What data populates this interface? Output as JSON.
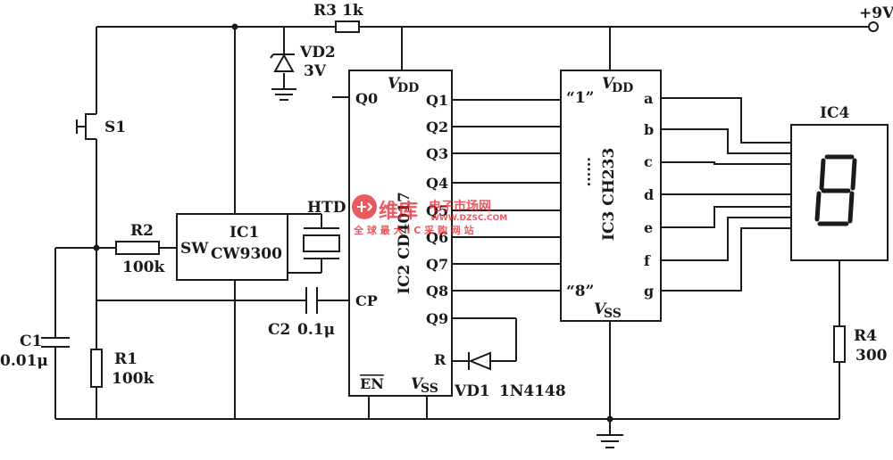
{
  "supply": {
    "label": "+9V"
  },
  "resistors": {
    "r1": {
      "name": "R1",
      "value": "100k"
    },
    "r2": {
      "name": "R2",
      "value": "100k"
    },
    "r3": {
      "name": "R3",
      "value": "1k"
    },
    "r4": {
      "name": "R4",
      "value": "300"
    }
  },
  "capacitors": {
    "c1": {
      "name": "C1",
      "value": "0.01μ"
    },
    "c2": {
      "name": "C2",
      "value": "0.1μ"
    }
  },
  "diodes": {
    "vd1": {
      "name": "VD1",
      "value": "1N4148"
    },
    "vd2": {
      "name": "VD2",
      "value": "3V"
    }
  },
  "switch": {
    "name": "S1"
  },
  "ic1": {
    "name": "IC1",
    "part": "CW9300",
    "pin_sw": "SW"
  },
  "htd": {
    "label": "HTD"
  },
  "ic2": {
    "name": "IC2 CD4017",
    "vdd": "V",
    "vdd_sub": "DD",
    "vss": "V",
    "vss_sub": "SS",
    "en": "EN",
    "cp": "CP",
    "r": "R",
    "q0": "Q0",
    "outputs": [
      "Q1",
      "Q2",
      "Q3",
      "Q4",
      "Q5",
      "Q6",
      "Q7",
      "Q8",
      "Q9"
    ]
  },
  "ic3": {
    "name": "IC3 CH233",
    "vdd": "V",
    "vdd_sub": "DD",
    "vss": "V",
    "vss_sub": "SS",
    "input_first": "“1”",
    "input_last": "“8”",
    "dots": "······",
    "segments": [
      "a",
      "b",
      "c",
      "d",
      "e",
      "f",
      "g"
    ]
  },
  "ic4": {
    "name": "IC4"
  },
  "watermark": {
    "brand": "维库",
    "title": "电子市场网",
    "url": "WWW.DZSC.COM",
    "slogan": "全 球 最 大 I C 采 购 网 站",
    "color": "#e2222b"
  }
}
